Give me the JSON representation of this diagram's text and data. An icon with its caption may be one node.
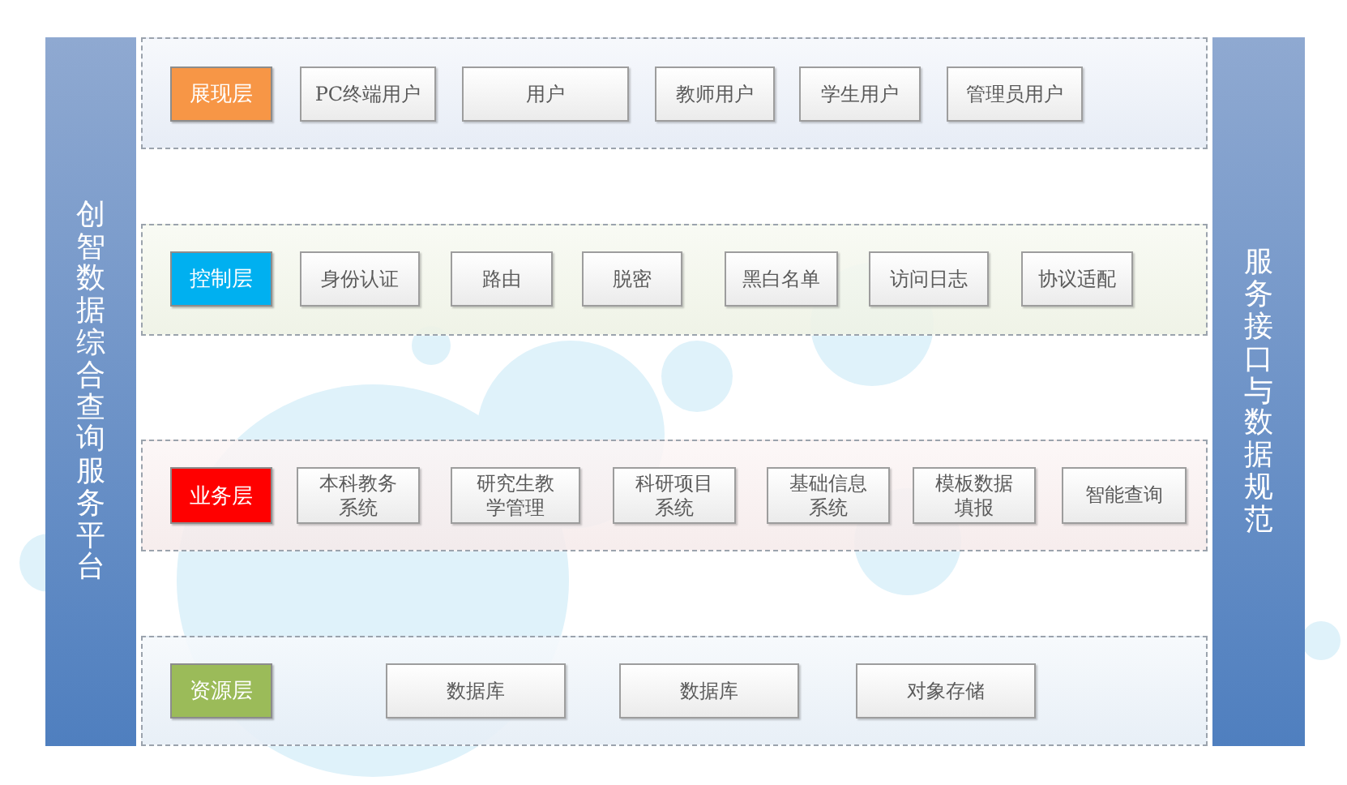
{
  "diagram": {
    "nodes": [
      {
        "text": [
          "创智数据综合查询服务平台"
        ]
      },
      {
        "text": [],
        "shape": "box"
      },
      {
        "text": [
          "展现层"
        ],
        "in": 1
      },
      {
        "text": [
          "PC终端用户"
        ],
        "in": 1
      },
      {
        "text": [
          "用户"
        ],
        "in": 1
      },
      {
        "text": [
          "教师用户"
        ],
        "in": 1
      },
      {
        "text": [
          "学生用户"
        ],
        "in": 1
      },
      {
        "text": [
          "管理员用户"
        ],
        "in": 1
      },
      {
        "text": [],
        "shape": "box"
      },
      {
        "text": [
          "控制层"
        ],
        "in": 8
      },
      {
        "text": [
          "身份认证"
        ],
        "in": 8
      },
      {
        "text": [
          "路由"
        ],
        "in": 8
      },
      {
        "text": [
          "脱密"
        ],
        "in": 8
      },
      {
        "text": [
          "黑白名单"
        ],
        "in": 8
      },
      {
        "text": [
          "访问日志"
        ],
        "in": 8
      },
      {
        "text": [
          "协议适配"
        ],
        "in": 8
      },
      {
        "text": [],
        "shape": "box"
      },
      {
        "text": [
          "业务层"
        ],
        "in": 16
      },
      {
        "text": [
          "本科教务系统"
        ],
        "in": 16
      },
      {
        "text": [
          "研究生教学管理"
        ],
        "in": 16
      },
      {
        "text": [
          "科研项目系统"
        ],
        "in": 16
      },
      {
        "text": [
          "基础信息系统"
        ],
        "in": 16
      },
      {
        "text": [
          "模板数据填报"
        ],
        "in": 16
      },
      {
        "text": [
          "智能查询"
        ],
        "in": 16
      },
      {
        "text": [],
        "shape": "box"
      },
      {
        "text": [
          "资源层"
        ],
        "in": 24
      },
      {
        "text": [
          "数据库"
        ],
        "in": 24
      },
      {
        "text": [
          "数据库"
        ],
        "in": 24
      },
      {
        "text": [
          "对象存储"
        ],
        "in": 24
      },
      {
        "text": [
          "服务接口与数据规范"
        ]
      }
    ]
  }
}
